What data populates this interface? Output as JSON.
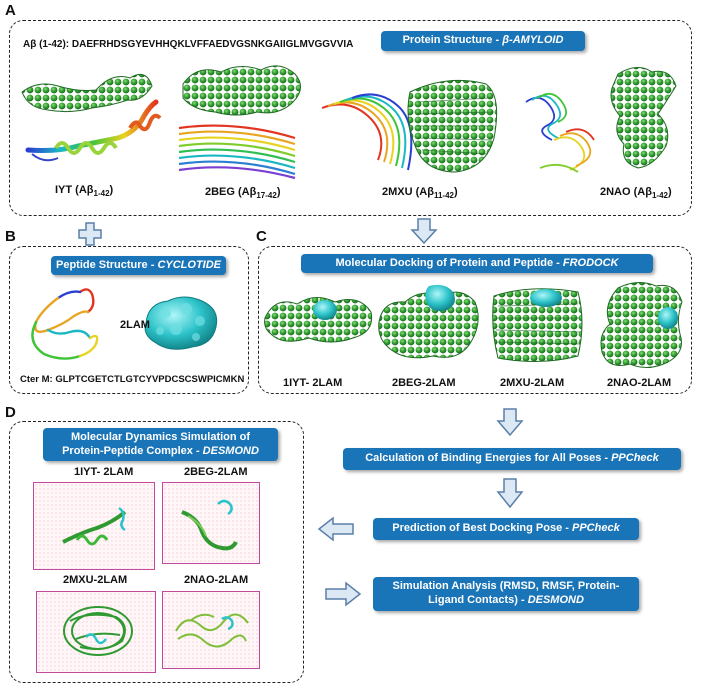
{
  "panels": {
    "A": {
      "letter": "A",
      "sequence": "Aβ (1-42): DAEFRHDSGYEVHHQKLVFFAEDVGSNKGAIIGLMVGGVVIA",
      "title_main": "Protein Structure - ",
      "title_em": "β-AMYLOID",
      "structures": [
        {
          "id": "IYT",
          "main": "IYT (Aβ",
          "sub": "1-42",
          "end": ")"
        },
        {
          "id": "2BEG",
          "main": "2BEG (Aβ",
          "sub": "17-42",
          "end": ")"
        },
        {
          "id": "2MXU",
          "main": "2MXU (Aβ",
          "sub": "11-42",
          "end": ")"
        },
        {
          "id": "2NAO",
          "main": "2NAO (Aβ",
          "sub": "1-42",
          "end": ")"
        }
      ]
    },
    "B": {
      "letter": "B",
      "title_main": "Peptide Structure - ",
      "title_em": "CYCLOTIDE",
      "structure_label": "2LAM",
      "sequence": "Cter M: GLPTCGETCTLGTCYVPDCSCSWPICMKN"
    },
    "C": {
      "letter": "C",
      "title_main": "Molecular Docking of Protein and Peptide - ",
      "title_em": "FRODOCK",
      "complexes": [
        "1IYT- 2LAM",
        "2BEG-2LAM",
        "2MXU-2LAM",
        "2NAO-2LAM"
      ]
    },
    "D": {
      "letter": "D",
      "title_main": "Molecular Dynamics Simulation of Protein-Peptide Complex - ",
      "title_em": "DESMOND",
      "complexes": [
        "1IYT- 2LAM",
        "2BEG-2LAM",
        "2MXU-2LAM",
        "2NAO-2LAM"
      ]
    }
  },
  "workflow": [
    {
      "main": "Calculation of Binding Energies for All Poses - ",
      "em": "PPCheck"
    },
    {
      "main": "Prediction of Best Docking Pose - ",
      "em": "PPCheck"
    },
    {
      "main": "Simulation Analysis (RMSD, RMSF, Protein-Ligand Contacts) - ",
      "em": "DESMOND"
    }
  ],
  "colors": {
    "label_blue": "#1a74b8",
    "protein_green": "#2f9a32",
    "peptide_cyan": "#2cc3c9",
    "arrow_fill": "#dde8f5",
    "arrow_stroke": "#5a7fa8",
    "sim_box": "#c24a9c"
  },
  "icons": [
    "plus-icon",
    "down-arrow-icon",
    "left-arrow-icon",
    "right-arrow-icon"
  ]
}
